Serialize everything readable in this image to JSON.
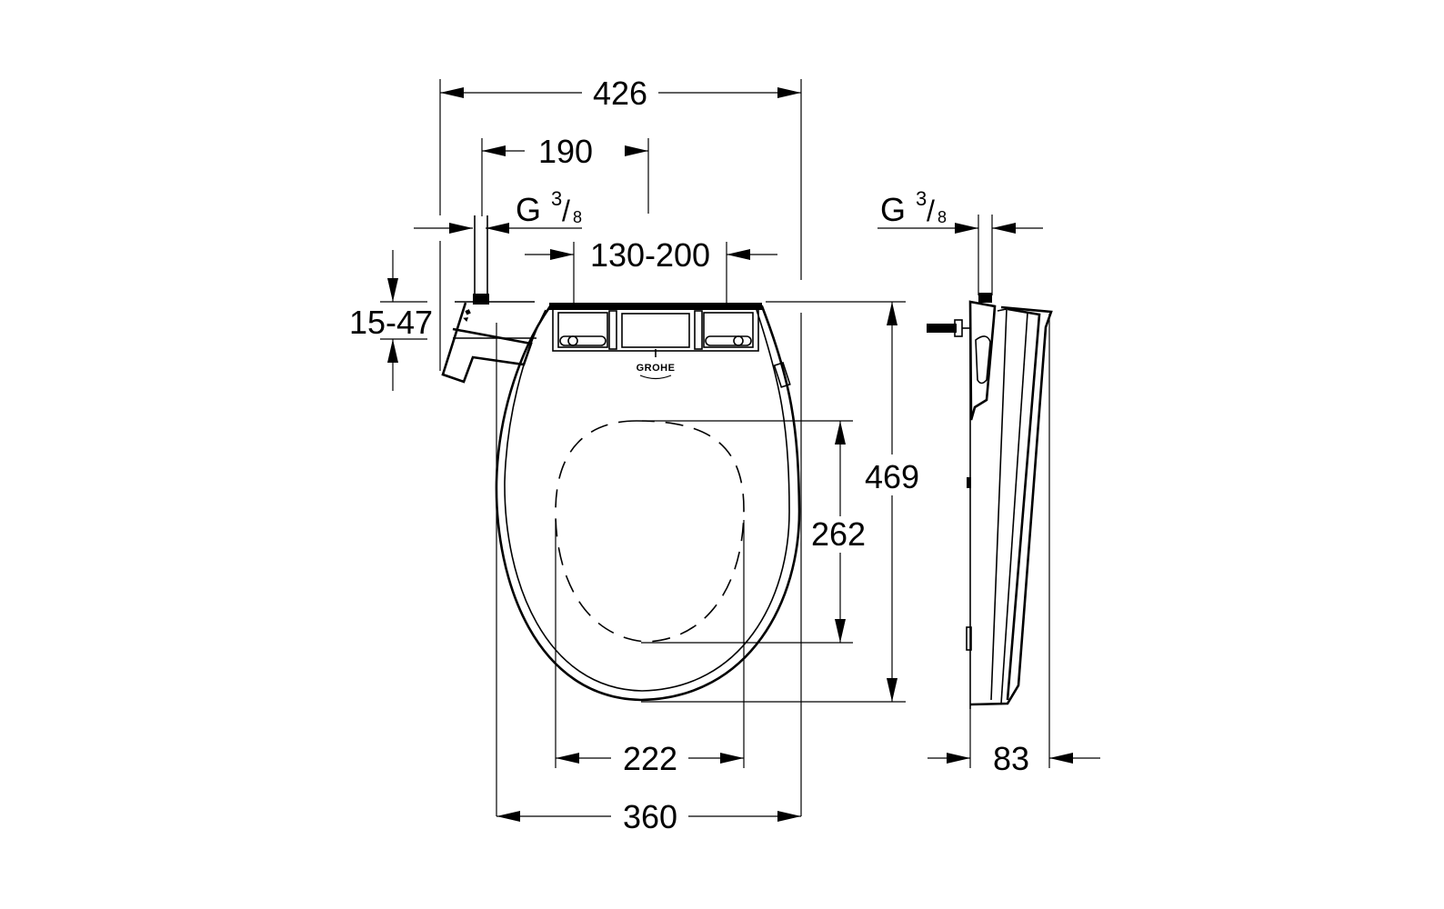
{
  "drawing": {
    "brand_logo": "GROHE",
    "dimensions": {
      "overall_width": "426",
      "pipe_to_center": "190",
      "thread_front": {
        "main": "G",
        "sup": "3",
        "slash": "/",
        "sub": "8"
      },
      "hinge_spacing": "130-200",
      "mount_height": "15-47",
      "overall_length": "469",
      "opening_length": "262",
      "opening_width": "222",
      "seat_width": "360",
      "thread_side": {
        "main": "G",
        "sup": "3",
        "slash": "/",
        "sub": "8"
      },
      "side_depth": "83"
    },
    "views": [
      "front-top-view",
      "side-view"
    ],
    "colors": {
      "line": "#000000",
      "background": "#ffffff"
    }
  }
}
